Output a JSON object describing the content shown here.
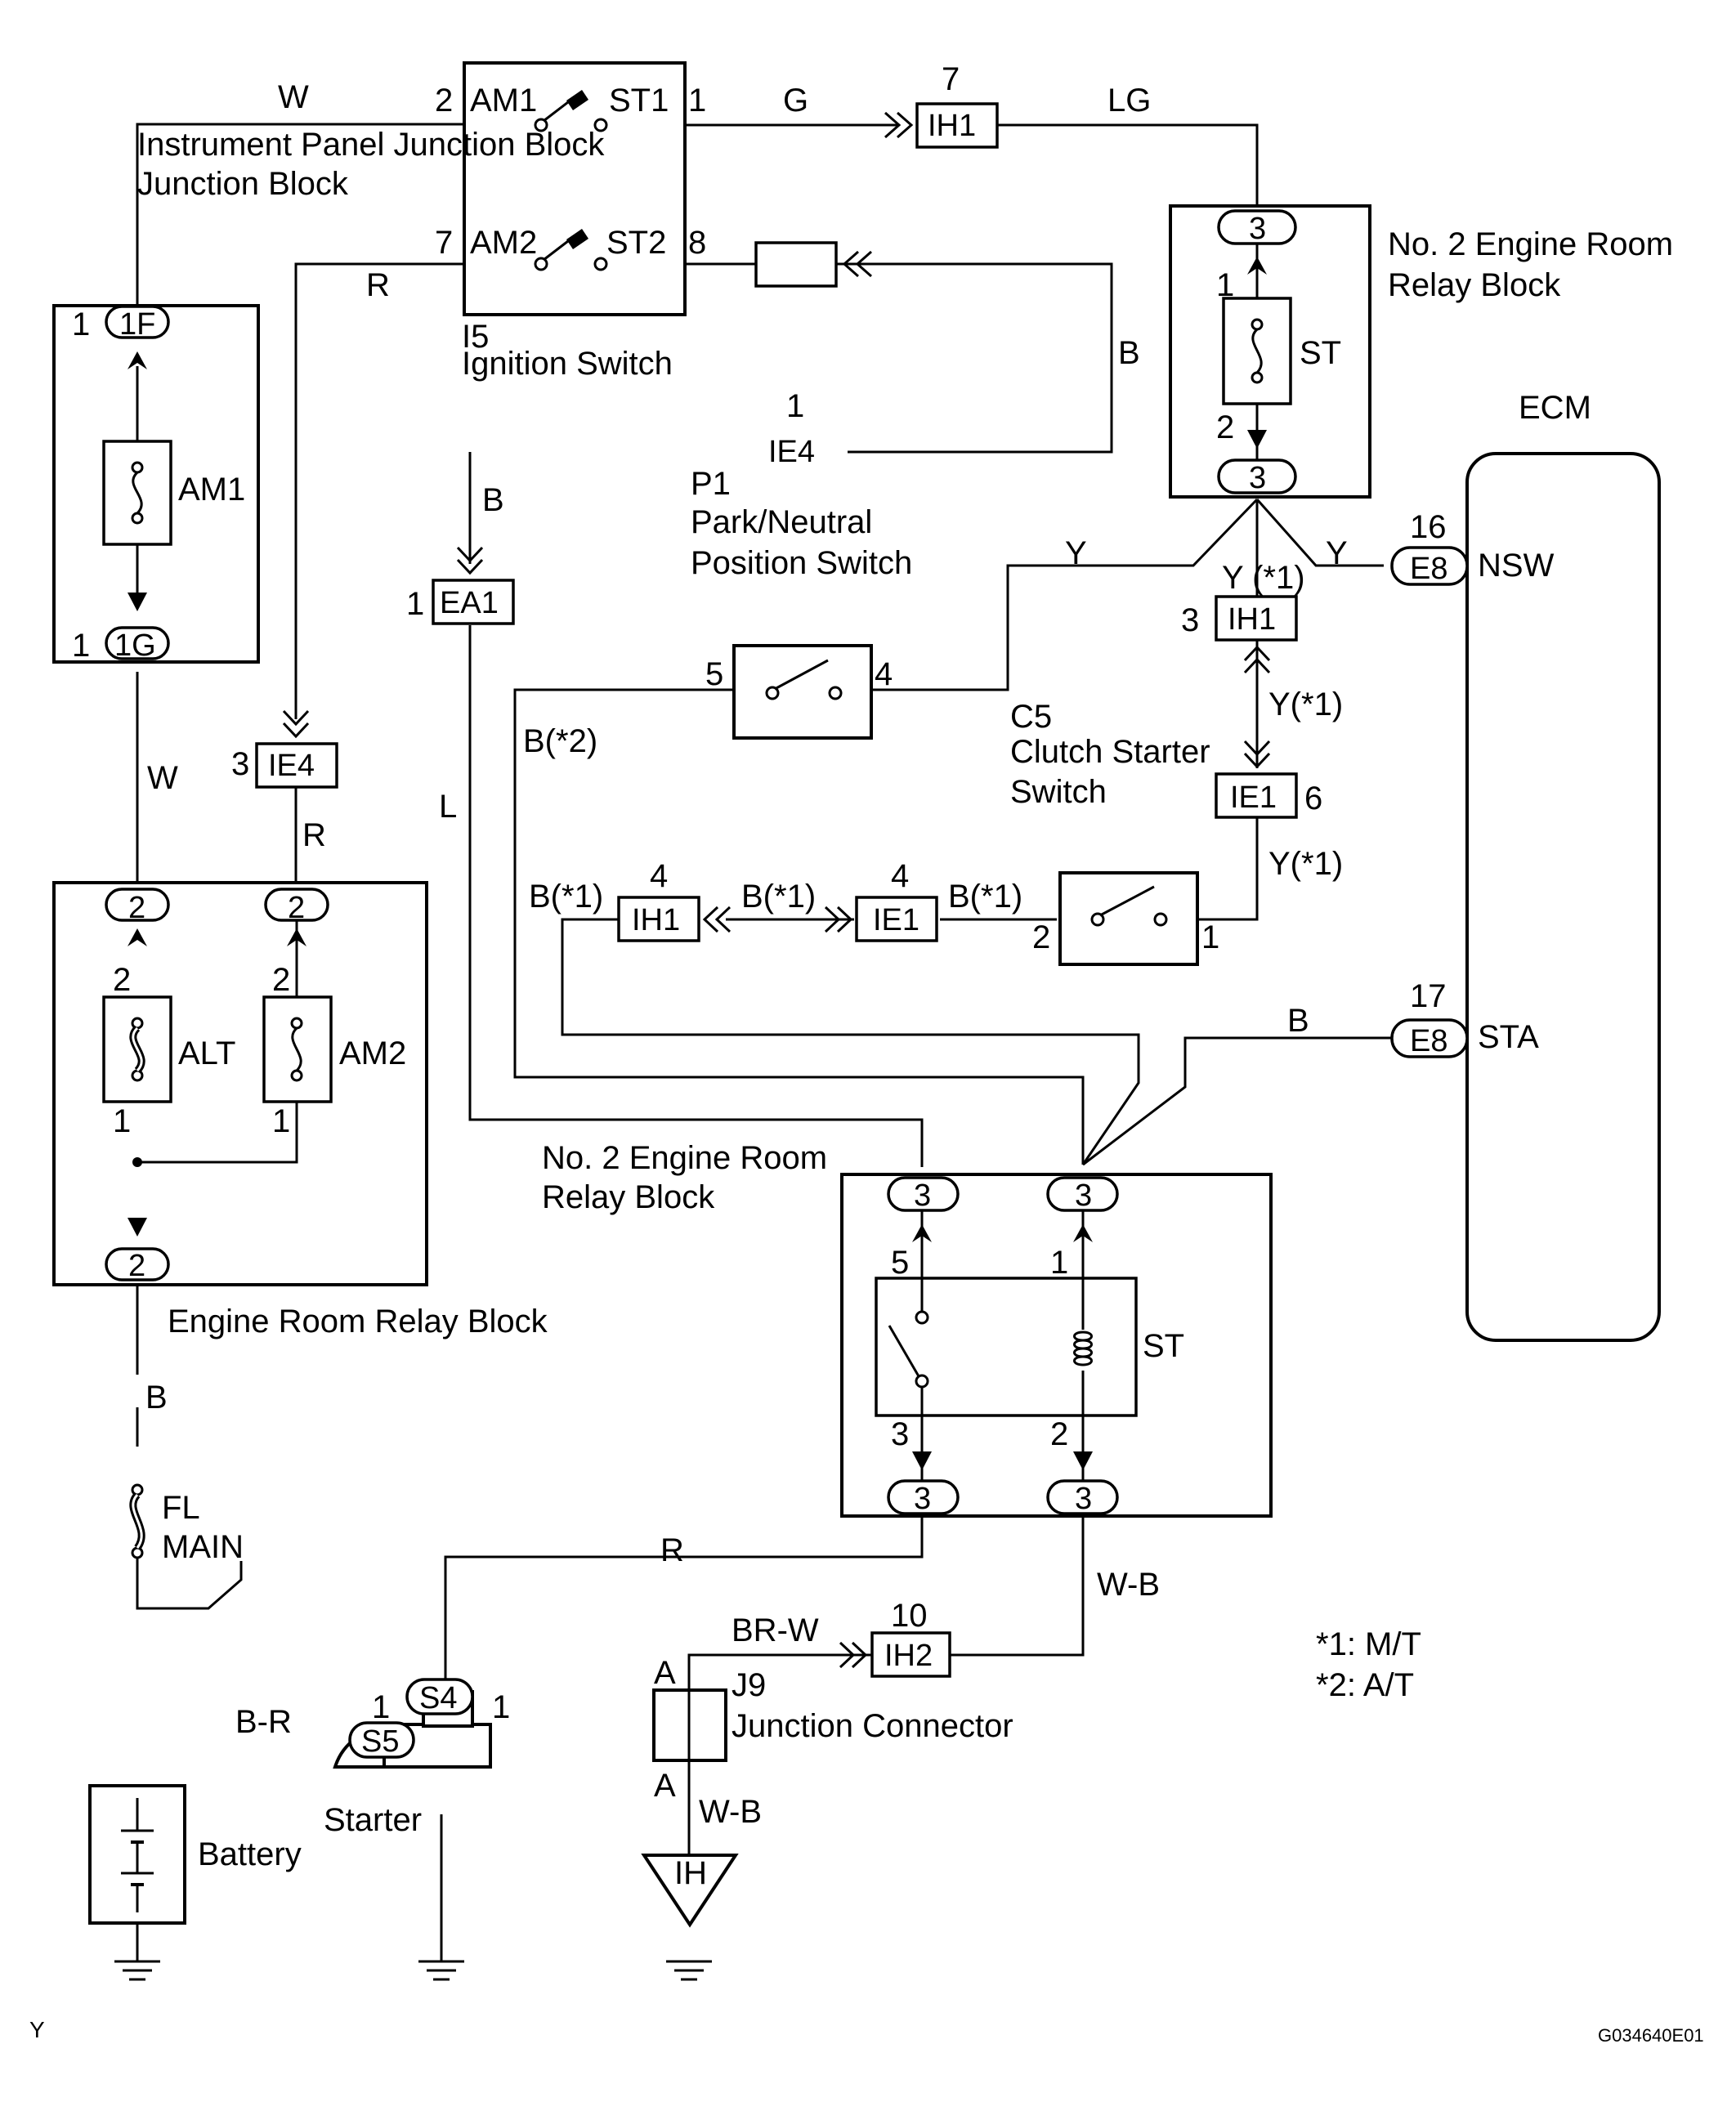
{
  "wire_colors": {
    "am1_w": "W",
    "st1_g": "G",
    "ih1_lg": "LG",
    "am2_r": "R",
    "st2_b": "B",
    "ie4_ea1_b": "B",
    "relay_nsw_y": "Y",
    "relay_ecm_y": "Y",
    "y_mt_1": "Y (*1)",
    "y_mt_2": "Y(*1)",
    "y_mt_3": "Y(*1)",
    "b_at": "B(*2)",
    "l": "L",
    "fuse_w": "W",
    "ie4_r": "R",
    "b_mt_1": "B(*1)",
    "b_mt_2": "B(*1)",
    "b_mt_3": "B(*1)",
    "sta_b": "B",
    "battery_b": "B",
    "starter_r": "R",
    "ground_wb": "W-B",
    "brw": "BR-W",
    "battery_br": "B-R",
    "j9_wb": "W-B"
  },
  "components": {
    "ip_junction_block": "Instrument Panel Junction Block",
    "ignition_switch_code": "I5",
    "ignition_switch": "Ignition Switch",
    "am1": "AM1",
    "am2": "AM2",
    "st1": "ST1",
    "st2": "ST2",
    "park_neutral_code": "P1",
    "park_neutral_1": "Park/Neutral",
    "park_neutral_2": "Position  Switch",
    "relay_block_2_top_1": "No. 2 Engine Room",
    "relay_block_2_top_2": "Relay Block",
    "relay_block_2_bot_1": "No. 2 Engine Room",
    "relay_block_2_bot_2": "Relay Block",
    "ecm": "ECM",
    "nsw": "NSW",
    "sta": "STA",
    "clutch_code": "C5",
    "clutch_1": "Clutch Starter",
    "clutch_2": "Switch",
    "engine_room_relay_block": "Engine Room Relay Block",
    "fuse_am1": "AM1",
    "fuse_alt": "ALT",
    "fuse_am2": "AM2",
    "fuse_st": "ST",
    "relay_st": "ST",
    "fl": "FL",
    "main": "MAIN",
    "battery": "Battery",
    "starter": "Starter",
    "j9_code": "J9",
    "junction_connector": "Junction Connector",
    "ground_ih": "IH"
  },
  "connectors": {
    "ih1_top": "IH1",
    "ie4_top": "IE4",
    "ea1": "EA1",
    "ie4_left": "IE4",
    "ih1_mid": "IH1",
    "ie1_mid": "IE1",
    "ih1_low": "IH1",
    "ie1_low": "IE1",
    "e8_nsw": "E8",
    "e8_sta": "E8",
    "ih2": "IH2",
    "s4": "S4",
    "s5": "S5",
    "c_1f": "1F",
    "c_1g": "1G",
    "erb_2a": "2",
    "erb_2b": "2",
    "erb_2c": "2",
    "no2_top_3a": "3",
    "no2_top_3b": "3",
    "no2_bot_3a": "3",
    "no2_bot_3b": "3",
    "no2_bot_3c": "3",
    "no2_bot_3d": "3"
  },
  "pins": {
    "am1_pin": "2",
    "st1_pin": "1",
    "am2_pin": "7",
    "st2_pin": "8",
    "ih1_top_pin": "7",
    "ie4_top_pin": "1",
    "ea1_pin": "1",
    "ie4_left_pin": "3",
    "f1f_pin": "1",
    "f1g_pin": "1",
    "st_fuse_1": "1",
    "st_fuse_2": "2",
    "e8_nsw_pin": "16",
    "ih1_mid_pin": "3",
    "ie1_mid_pin": "6",
    "clutch_5": "5",
    "clutch_4": "4",
    "pn_2": "2",
    "pn_1": "1",
    "ih1_low_pin": "4",
    "ie1_low_pin": "4",
    "e8_sta_pin": "17",
    "alt_2": "2",
    "alt_1": "1",
    "am2f_2": "2",
    "am2f_1": "1",
    "relay_5": "5",
    "relay_1": "1",
    "relay_3": "3",
    "relay_2": "2",
    "ih2_pin": "10",
    "s4_left": "1",
    "s4_right": "1",
    "j9_top": "A",
    "j9_bottom": "A"
  },
  "notes": {
    "n1": "*1: M/T",
    "n2": "*2: A/T",
    "corner": "Y",
    "code": "G034640E01"
  }
}
